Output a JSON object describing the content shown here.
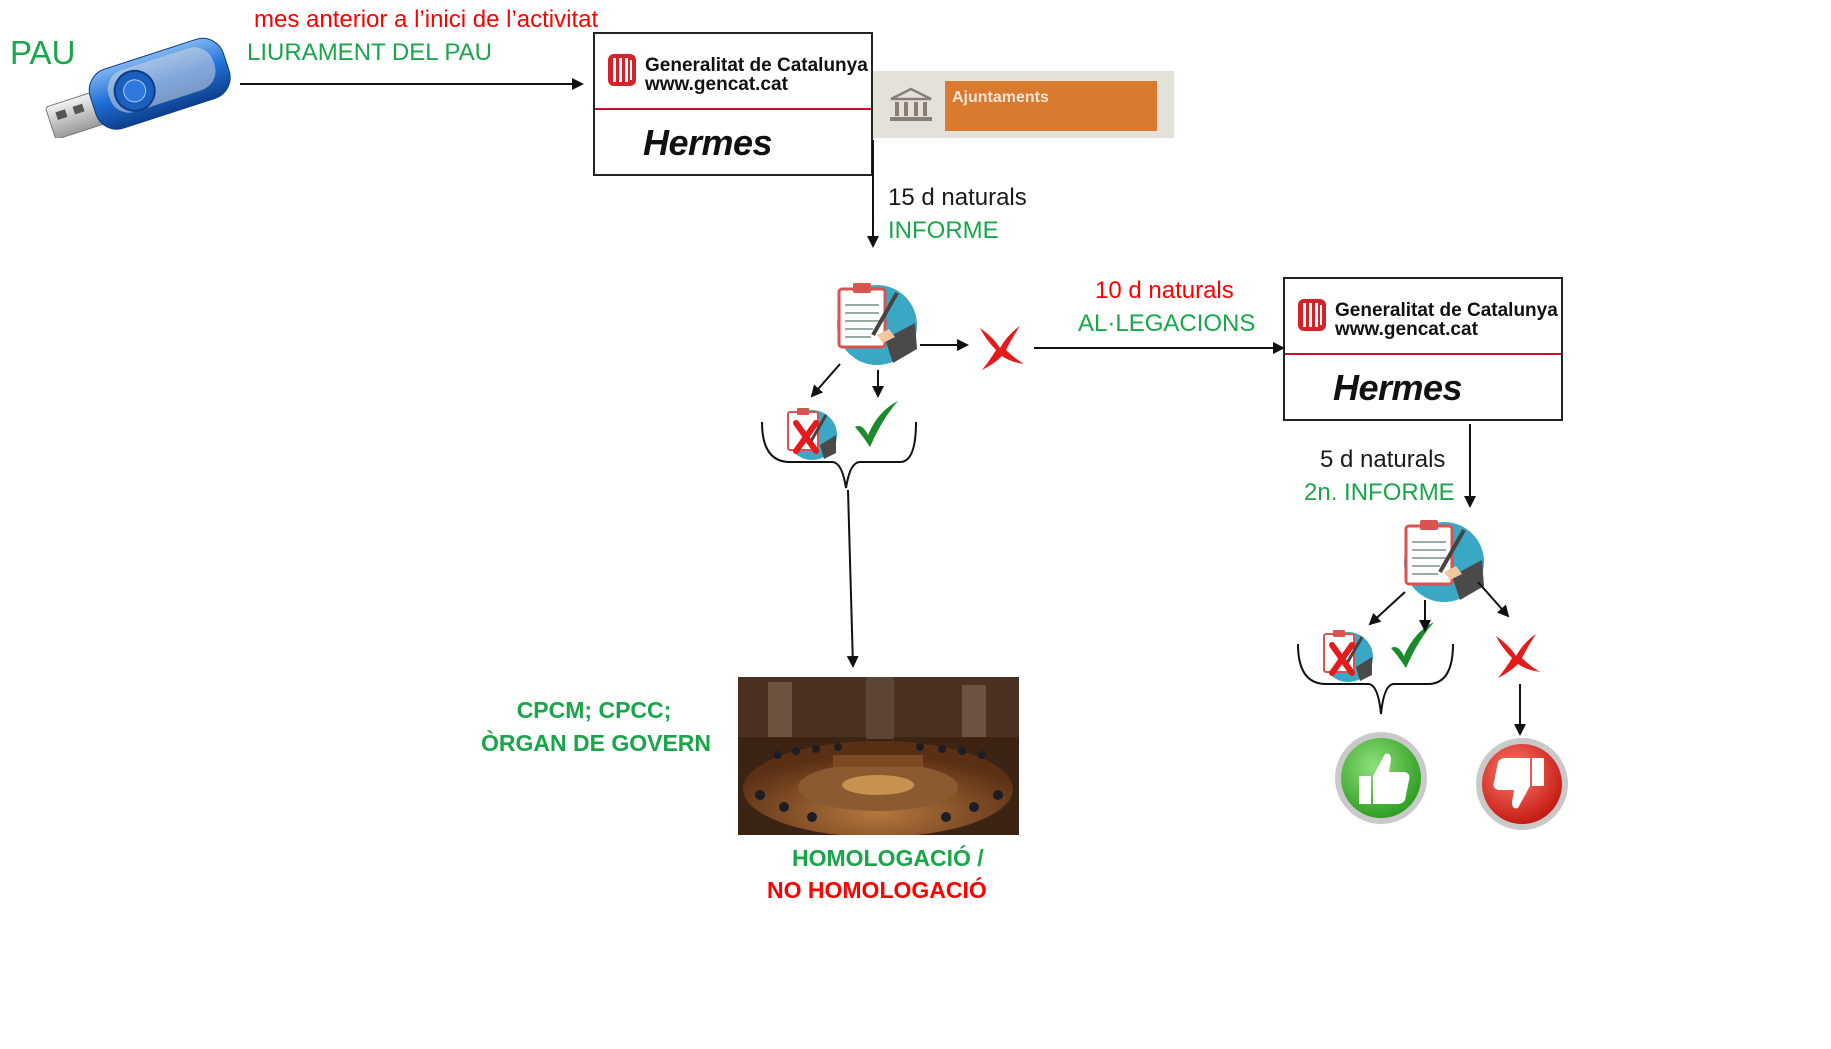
{
  "top": {
    "pau_label": "PAU",
    "timing_label": "mes anterior  a l’inici de l’activitat",
    "delivery_label": "LIURAMENT DEL PAU"
  },
  "portal_box_1": {
    "org_name_line1": "Generalitat de Catalunya",
    "org_name_line2": "www.gencat.cat",
    "system_name": "Hermes"
  },
  "ajuntaments_tab": {
    "label": "Ajuntaments"
  },
  "step_report": {
    "days_label": "15 d naturals",
    "action_label": "INFORME"
  },
  "step_allegations": {
    "days_label": "10 d naturals",
    "action_label": "AL·LEGACIONS"
  },
  "portal_box_2": {
    "org_name_line1": "Generalitat de Catalunya",
    "org_name_line2": "www.gencat.cat",
    "system_name": "Hermes"
  },
  "step_second_report": {
    "days_label": "5 d naturals",
    "action_label": "2n. INFORME"
  },
  "bodies": {
    "line1": "CPCM; CPCC;",
    "line2": "ÒRGAN DE GOVERN"
  },
  "outcome": {
    "line1": "HOMOLOGACIÓ /",
    "line2": "NO HOMOLOGACIÓ"
  },
  "colors": {
    "red": "#ff0000",
    "green": "#19a64a",
    "gencat_red": "#c8102e",
    "teal": "#3aa7c4",
    "orange": "#d97a2e"
  },
  "icons": {
    "usb": "usb-drive-icon",
    "report": "clipboard-report-icon",
    "reject": "red-x-icon",
    "approve": "green-check-icon",
    "thumbs_up": "thumbs-up-icon",
    "thumbs_down": "thumbs-down-icon",
    "building": "town-hall-icon"
  }
}
